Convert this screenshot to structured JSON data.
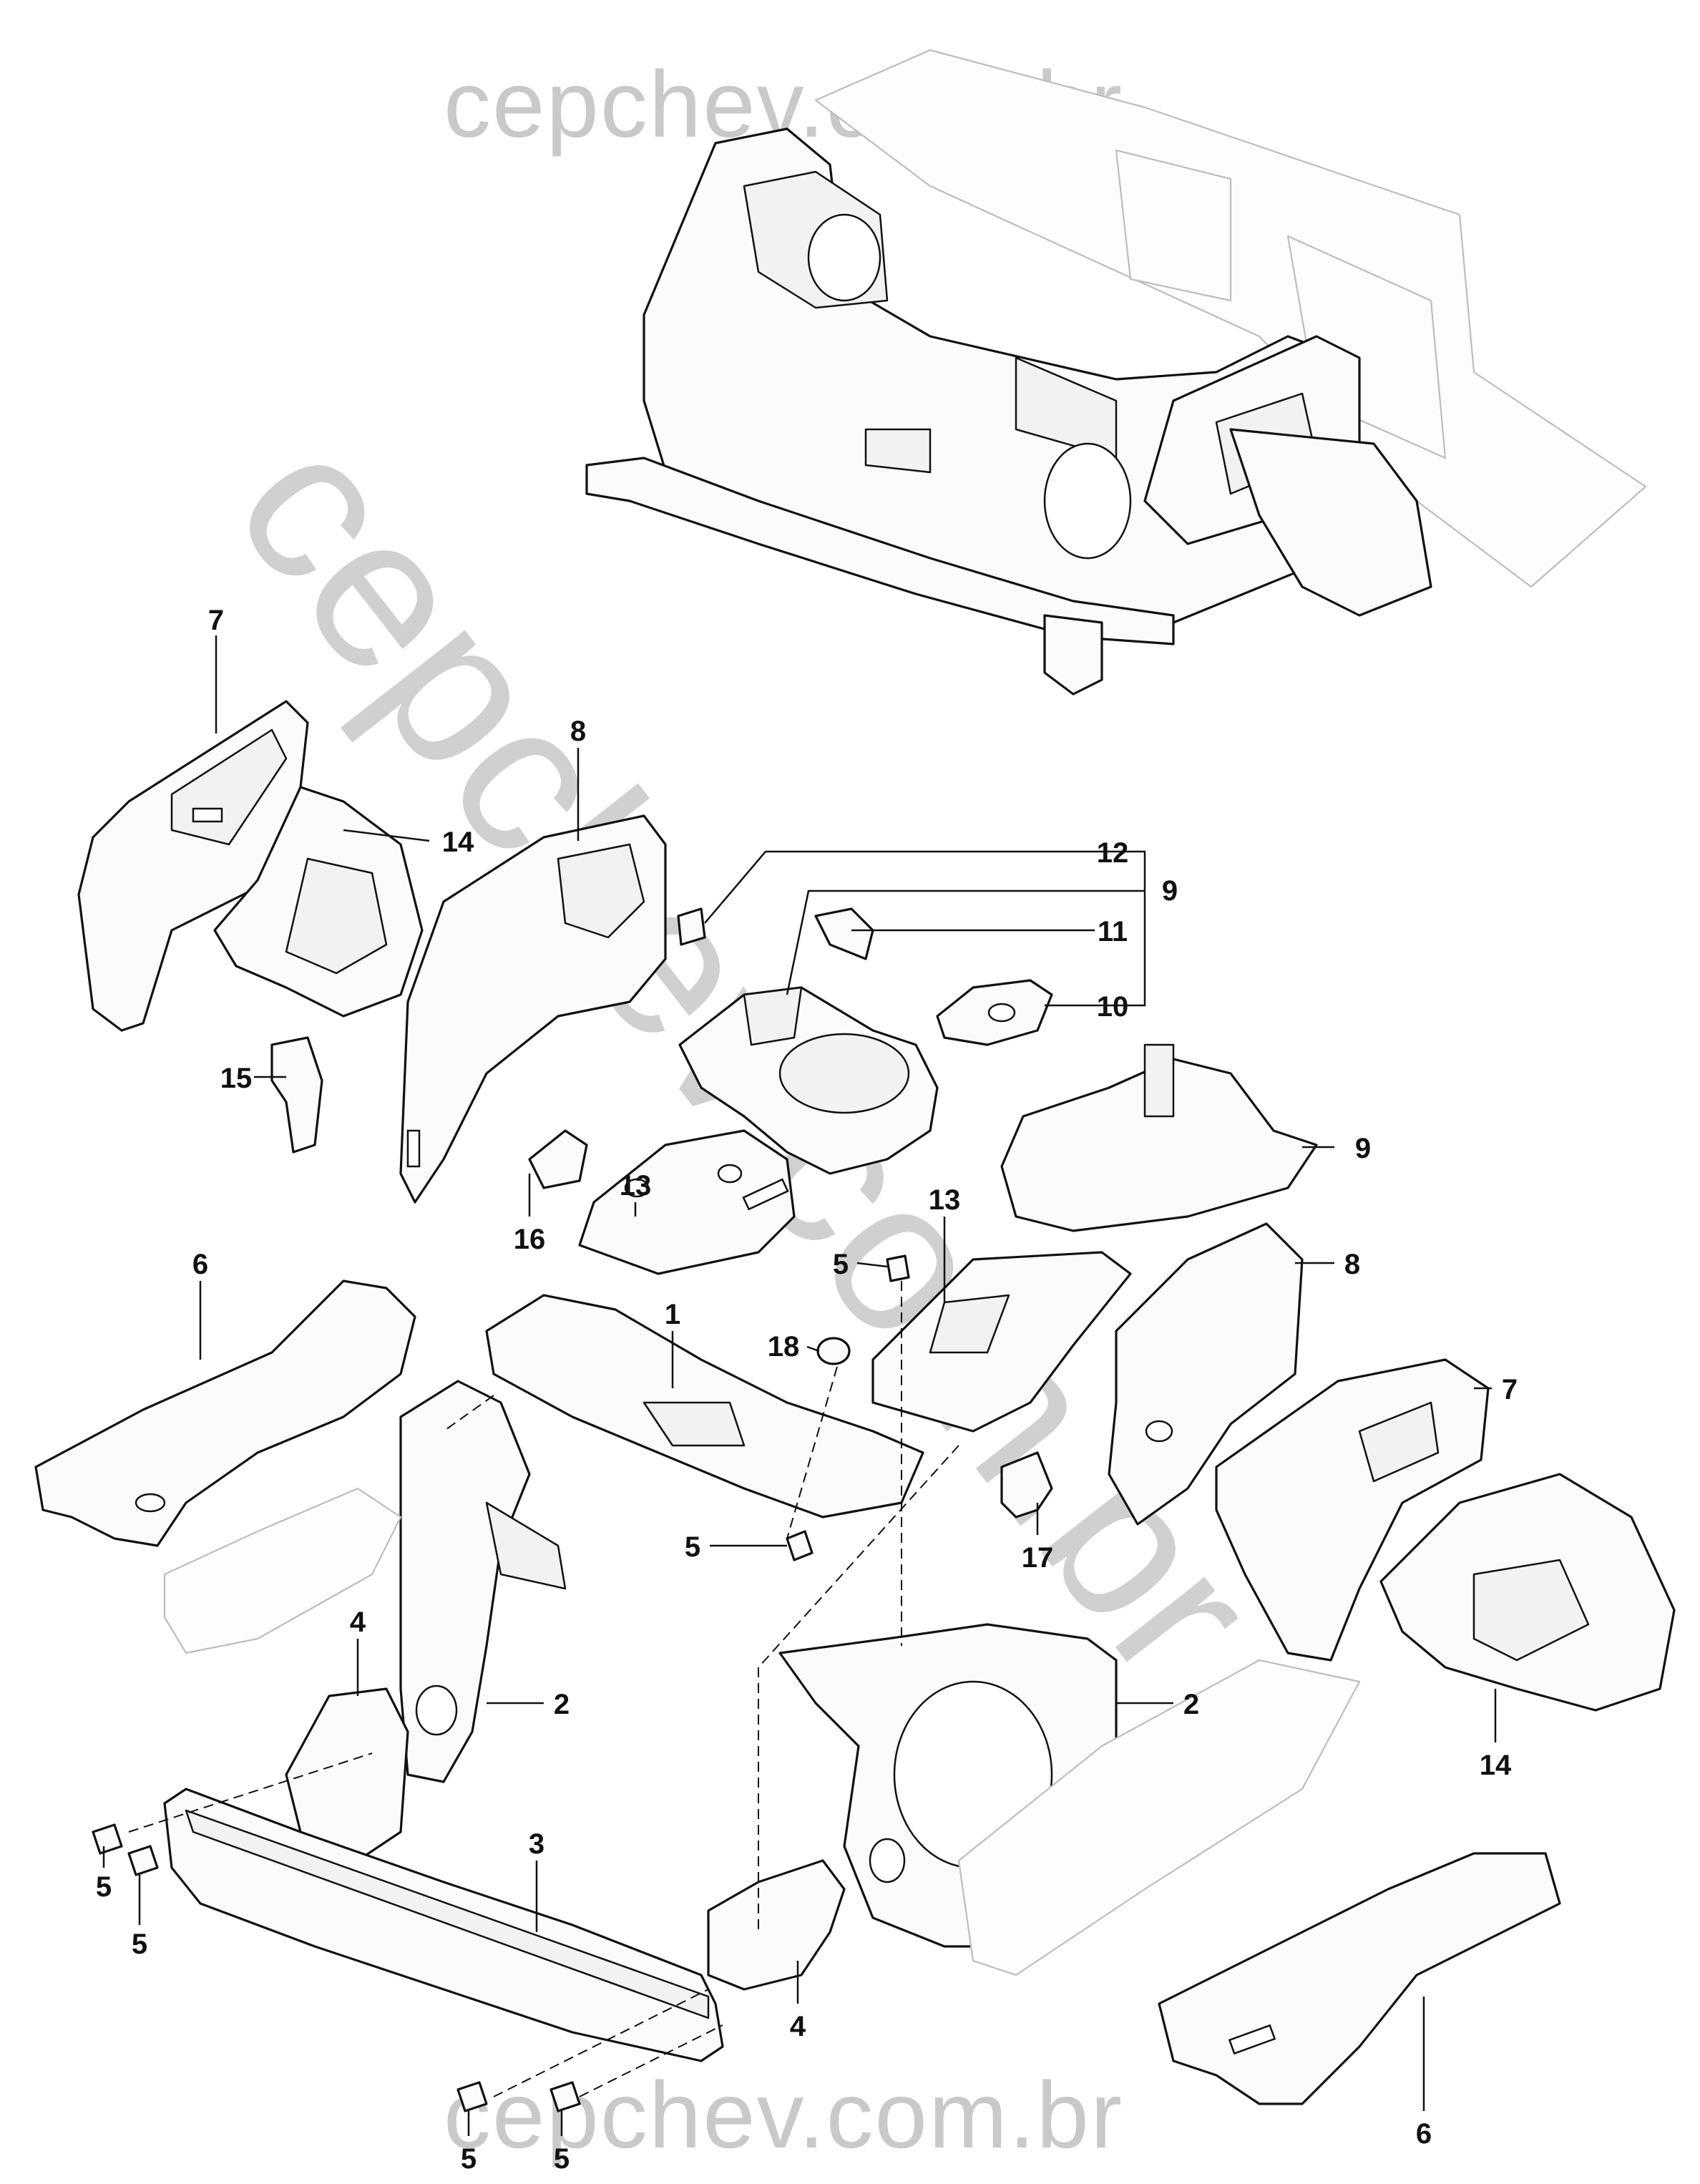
{
  "watermarks": {
    "top": "cepchev.com.br",
    "bottom": "cepchev.com.br",
    "diagonal": "cepchev.com.br"
  },
  "callouts": [
    {
      "id": "c7a",
      "label": "7"
    },
    {
      "id": "c14a",
      "label": "14"
    },
    {
      "id": "c8a",
      "label": "8"
    },
    {
      "id": "c12",
      "label": "12"
    },
    {
      "id": "c9a",
      "label": "9"
    },
    {
      "id": "c11",
      "label": "11"
    },
    {
      "id": "c10",
      "label": "10"
    },
    {
      "id": "c15",
      "label": "15"
    },
    {
      "id": "c13a",
      "label": "13"
    },
    {
      "id": "c16",
      "label": "16"
    },
    {
      "id": "c9b",
      "label": "9"
    },
    {
      "id": "c6a",
      "label": "6"
    },
    {
      "id": "c1",
      "label": "1"
    },
    {
      "id": "c13b",
      "label": "13"
    },
    {
      "id": "c5a",
      "label": "5"
    },
    {
      "id": "c8b",
      "label": "8"
    },
    {
      "id": "c18",
      "label": "18"
    },
    {
      "id": "c7b",
      "label": "7"
    },
    {
      "id": "c5b",
      "label": "5"
    },
    {
      "id": "c17",
      "label": "17"
    },
    {
      "id": "c4a",
      "label": "4"
    },
    {
      "id": "c2a",
      "label": "2"
    },
    {
      "id": "c2b",
      "label": "2"
    },
    {
      "id": "c14b",
      "label": "14"
    },
    {
      "id": "c3",
      "label": "3"
    },
    {
      "id": "c5c",
      "label": "5"
    },
    {
      "id": "c5d",
      "label": "5"
    },
    {
      "id": "c4b",
      "label": "4"
    },
    {
      "id": "c6b",
      "label": "6"
    },
    {
      "id": "c5e",
      "label": "5"
    },
    {
      "id": "c5f",
      "label": "5"
    }
  ]
}
